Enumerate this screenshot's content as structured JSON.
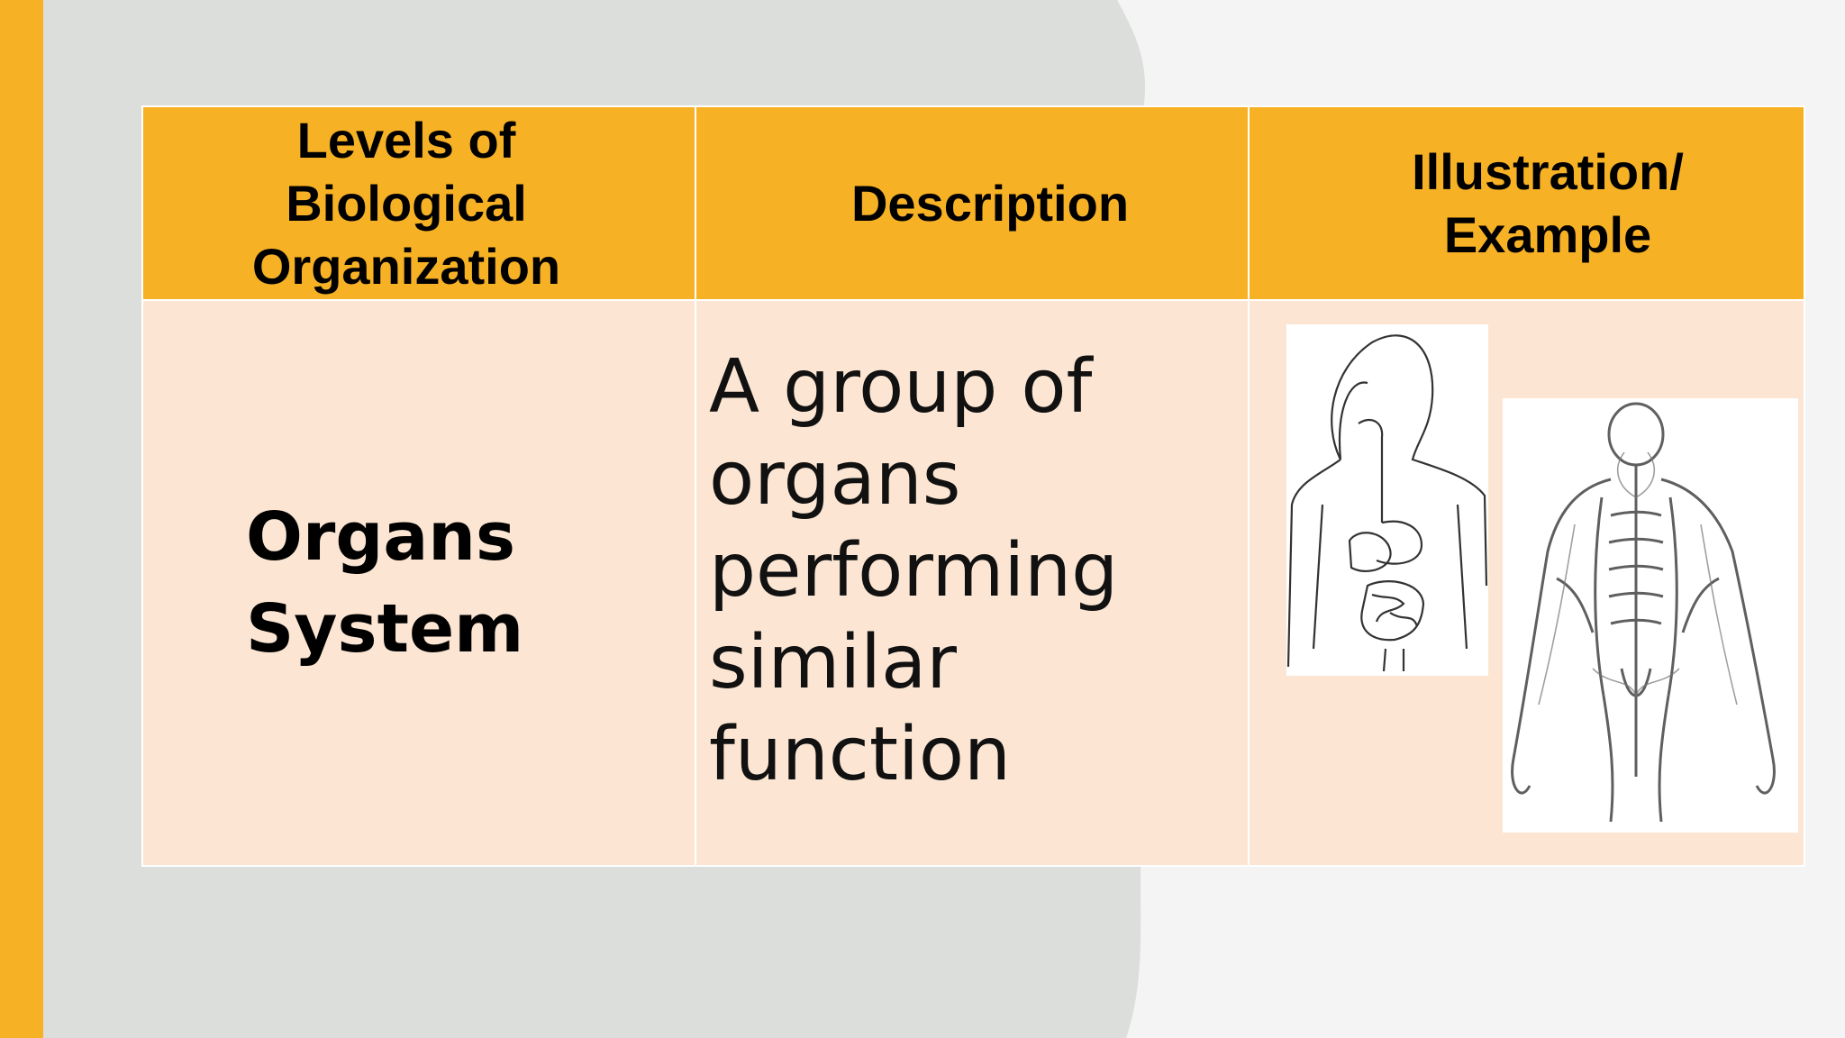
{
  "slide": {
    "table": {
      "headers": {
        "level": "Levels of Biological Organization",
        "description": "Description",
        "illustration": "Illustration/ Example"
      },
      "row": {
        "level": "Organs System",
        "description": "A group of organs performing similar function",
        "illustration_icons": [
          "digestive-system-figure",
          "body-systems-figure"
        ]
      }
    }
  },
  "colors": {
    "accent_bar": "#f7b125",
    "header_fill": "#f7b125",
    "body_fill": "#fce6d3",
    "background_light": "#f3f4f3",
    "background_gray": "#dcdedc"
  }
}
